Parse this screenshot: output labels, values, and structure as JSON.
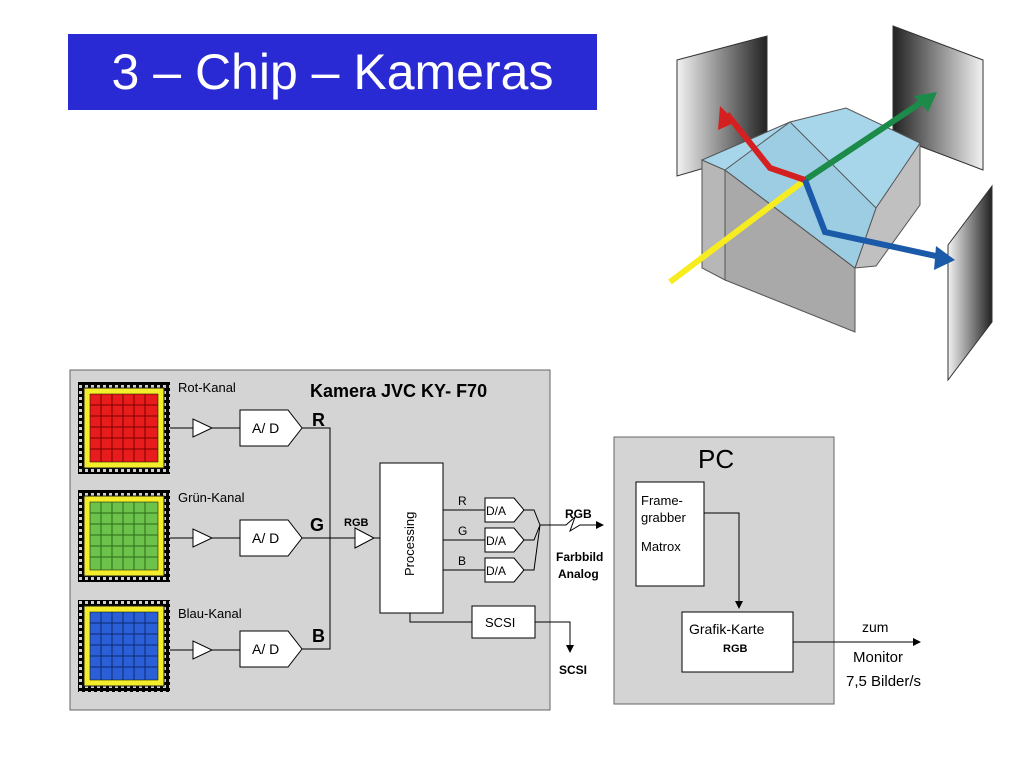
{
  "slide": {
    "title": "3 – Chip – Kameras"
  },
  "camera": {
    "title": "Kamera JVC KY- F70",
    "channels": [
      {
        "label": "Rot-Kanal",
        "adc": "A/ D",
        "signal": "R",
        "color": "#e81c1c"
      },
      {
        "label": "Grün-Kanal",
        "adc": "A/ D",
        "signal": "G",
        "color": "#6cc24a"
      },
      {
        "label": "Blau-Kanal",
        "adc": "A/ D",
        "signal": "B",
        "color": "#2a5fd8"
      }
    ],
    "rgb_label": "RGB",
    "processing": "Processing",
    "dac": [
      {
        "in": "R",
        "label": "D/A"
      },
      {
        "in": "G",
        "label": "D/A"
      },
      {
        "in": "B",
        "label": "D/A"
      }
    ],
    "scsi_box": "SCSI",
    "scsi_out": "SCSI"
  },
  "link": {
    "rgb": "RGB",
    "line1": "Farbbild",
    "line2": "Analog"
  },
  "pc": {
    "title": "PC",
    "framegrabber": [
      "Frame-",
      "grabber",
      "Matrox"
    ],
    "graphics_card": "Grafik-Karte",
    "graphics_sub": "RGB",
    "output": [
      "zum",
      "Monitor",
      "7,5 Bilder/s"
    ]
  },
  "colors": {
    "title_bg": "#2a2ad4",
    "panel_bg": "#d4d4d4",
    "prism": "#a7d6ea",
    "beam_in": "#f7ec20",
    "beam_red": "#d42020",
    "beam_green": "#1c8a48",
    "beam_blue": "#1a5aa8"
  }
}
